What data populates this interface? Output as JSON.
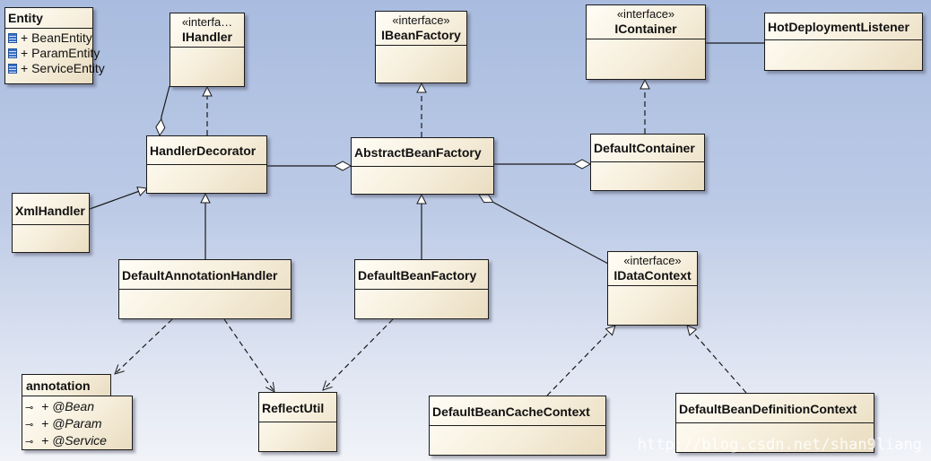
{
  "diagram": {
    "classes": {
      "entity": {
        "name": "Entity",
        "members": [
          "+ BeanEntity",
          "+ ParamEntity",
          "+ ServiceEntity"
        ]
      },
      "ihandler": {
        "stereotype": "«interfa…",
        "name": "IHandler"
      },
      "ibeanfactory": {
        "stereotype": "«interface»",
        "name": "IBeanFactory"
      },
      "icontainer": {
        "stereotype": "«interface»",
        "name": "IContainer"
      },
      "hotdeploymentlistener": {
        "name": "HotDeploymentListener"
      },
      "handlerdecorator": {
        "name": "HandlerDecorator"
      },
      "abstractbeanfactory": {
        "name": "AbstractBeanFactory"
      },
      "defaultcontainer": {
        "name": "DefaultContainer"
      },
      "xmlhandler": {
        "name": "XmlHandler"
      },
      "defaultannotationhandler": {
        "name": "DefaultAnnotationHandler"
      },
      "defaultbeanfactory": {
        "name": "DefaultBeanFactory"
      },
      "idatacontext": {
        "stereotype": "«interface»",
        "name": "IDataContext"
      },
      "annotation": {
        "name": "annotation",
        "members": [
          "+ @Bean",
          "+ @Param",
          "+ @Service"
        ]
      },
      "reflectutil": {
        "name": "ReflectUtil"
      },
      "defaultbeancachecontext": {
        "name": "DefaultBeanCacheContext"
      },
      "defaultbeandefinitioncontext": {
        "name": "DefaultBeanDefinitionContext"
      }
    }
  },
  "watermark": "http://blog.csdn.net/shan9liang"
}
